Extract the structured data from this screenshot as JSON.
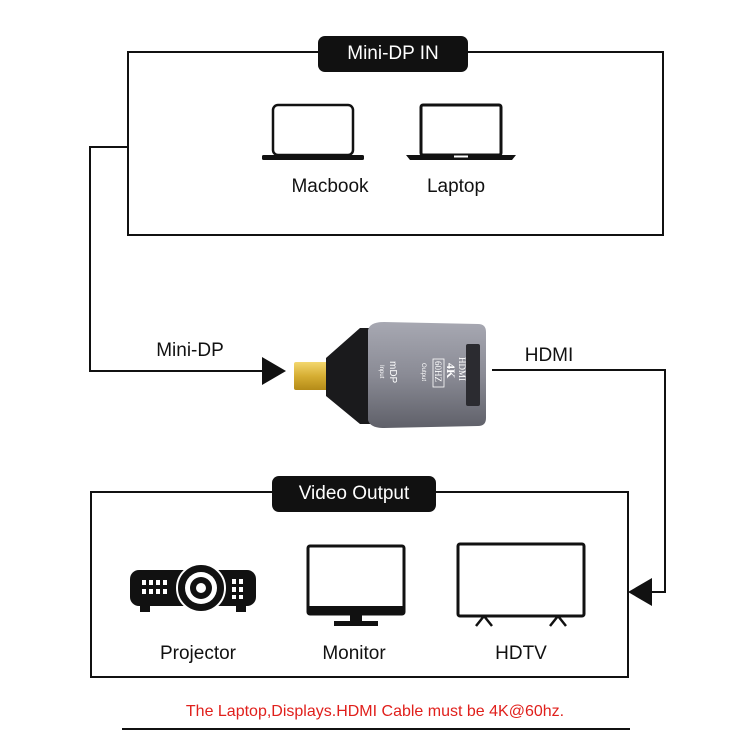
{
  "input_panel": {
    "title": "Mini-DP IN",
    "devices": [
      {
        "label": "Macbook",
        "icon": "macbook-icon"
      },
      {
        "label": "Laptop",
        "icon": "laptop-icon"
      }
    ]
  },
  "connections": {
    "input_label": "Mini-DP",
    "output_label": "HDMI"
  },
  "adapter": {
    "input_text": "mDP",
    "input_sub": "Input",
    "output_lines": [
      "HDMI",
      "4K",
      "60HZ"
    ],
    "output_sub": "Output"
  },
  "output_panel": {
    "title": "Video Output",
    "devices": [
      {
        "label": "Projector",
        "icon": "projector-icon"
      },
      {
        "label": "Monitor",
        "icon": "monitor-icon"
      },
      {
        "label": "HDTV",
        "icon": "tv-icon"
      }
    ]
  },
  "footnote": "The Laptop,Displays.HDMI Cable must be 4K@60hz.",
  "colors": {
    "footnote": "#e0201c",
    "line": "#111111",
    "adapter_body": "#8e8f98"
  }
}
